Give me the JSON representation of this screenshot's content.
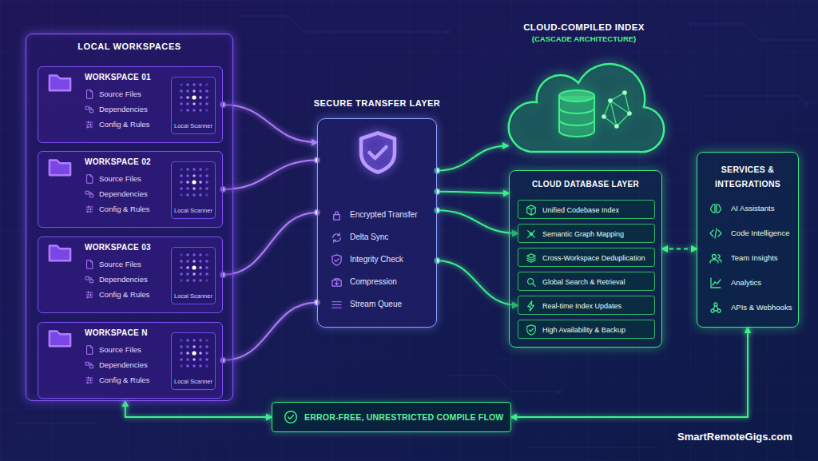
{
  "diagram": {
    "nodes": [
      {
        "text": [
          "LOCAL WORKSPACES"
        ]
      },
      {
        "text": [
          "WORKSPACE 01",
          "Source Files",
          "Dependencies",
          "Config & Rules"
        ],
        "in": 0
      },
      {
        "text": [
          "Local Scanner"
        ],
        "in": 1
      },
      {
        "text": [
          "WORKSPACE 02",
          "Source Files",
          "Dependencies",
          "Config & Rules"
        ],
        "in": 0
      },
      {
        "text": [
          "Local Scanner"
        ],
        "in": 3
      },
      {
        "text": [
          "WORKSPACE 03",
          "Source Files",
          "Dependencies",
          "Config & Rules"
        ],
        "in": 0
      },
      {
        "text": [
          "Local Scanner"
        ],
        "in": 5
      },
      {
        "text": [
          "WORKSPACE N",
          "Source Files",
          "Dependencies",
          "Config & Rules"
        ],
        "in": 0
      },
      {
        "text": [
          "Local Scanner"
        ],
        "in": 7
      },
      {
        "text": [
          "SECURE TRANSFER LAYER",
          "Encrypted Transfer",
          "Delta Sync",
          "Integrity Check",
          "Compression",
          "Stream Queue"
        ]
      },
      {
        "text": [
          "CLOUD-COMPILED INDEX",
          "(CASCADE ARCHITECTURE)"
        ]
      },
      {
        "text": [
          "CLOUD DATABASE LAYER"
        ]
      },
      {
        "text": [
          "Unified Codebase Index"
        ],
        "in": 11
      },
      {
        "text": [
          "Semantic Graph Mapping"
        ],
        "in": 11
      },
      {
        "text": [
          "Cross-Workspace Deduplication"
        ],
        "in": 11
      },
      {
        "text": [
          "Global Search & Retrieval"
        ],
        "in": 11
      },
      {
        "text": [
          "Real-time Index Updates"
        ],
        "in": 11
      },
      {
        "text": [
          "High Availability & Backup"
        ],
        "in": 11
      },
      {
        "text": [
          "SERVICES & INTEGRATIONS",
          "AI Assistants",
          "Code Intelligence",
          "Team Insights",
          "Analytics",
          "APIs & Webhooks"
        ]
      },
      {
        "text": [
          "ERROR-FREE, UNRESTRICTED COMPILE FLOW"
        ]
      }
    ],
    "edges": [
      {
        "from": 1,
        "to": 9,
        "arrow": "to"
      },
      {
        "from": 3,
        "to": 9,
        "arrow": "none"
      },
      {
        "from": 5,
        "to": 9,
        "arrow": "none"
      },
      {
        "from": 7,
        "to": 9,
        "arrow": "none"
      },
      {
        "from": 9,
        "to": 10,
        "arrow": "to"
      },
      {
        "from": 9,
        "to": 11,
        "arrow": "to"
      },
      {
        "from": 9,
        "to": 13,
        "arrow": "to"
      },
      {
        "from": 9,
        "to": 16,
        "arrow": "to"
      },
      {
        "from": 11,
        "to": 18,
        "arrow": "both"
      },
      {
        "from": 0,
        "to": 19,
        "arrow": "both"
      },
      {
        "from": 19,
        "to": 18,
        "arrow": "both"
      }
    ],
    "labels": [
      "SmartRemoteGigs.com"
    ]
  }
}
